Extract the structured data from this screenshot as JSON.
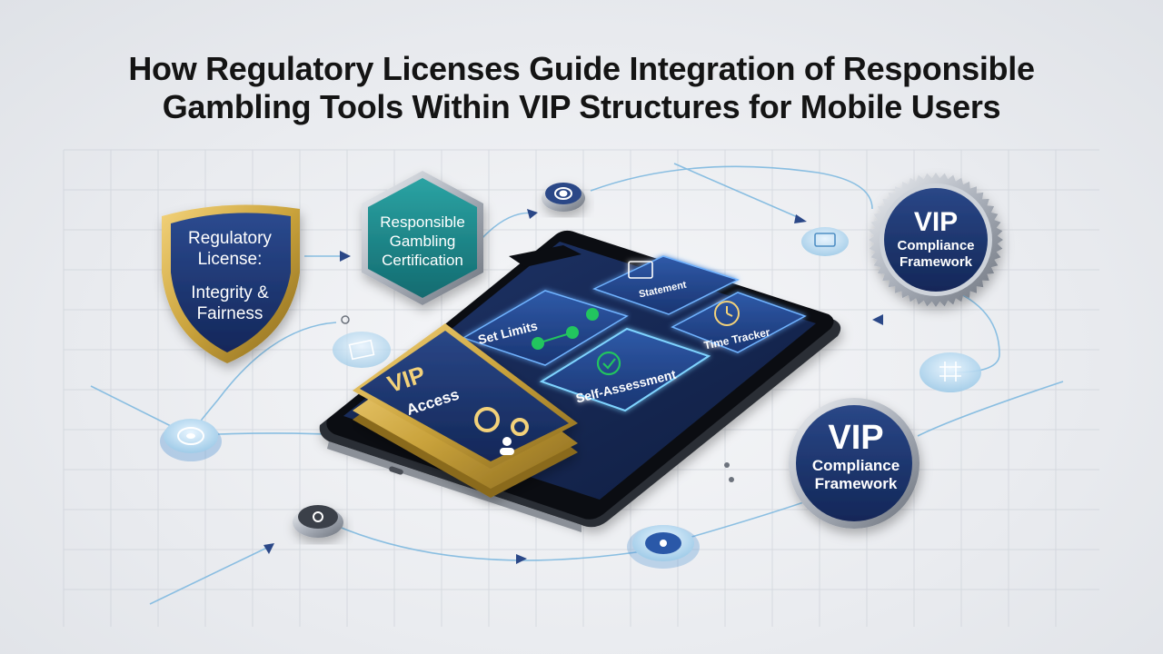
{
  "title": {
    "line1": "How Regulatory Licenses Guide Integration of Responsible",
    "line2": "Gambling Tools Within VIP Structures for Mobile Users"
  },
  "shield": {
    "line1": "Regulatory",
    "line2": "License:",
    "line3": "Integrity &",
    "line4": "Fairness"
  },
  "certification": {
    "line1": "Responsible",
    "line2": "Gambling",
    "line3": "Certification"
  },
  "seal_top": {
    "line1": "VIP",
    "line2": "Compliance",
    "line3": "Framework"
  },
  "badge_bottom": {
    "line1": "VIP",
    "line2": "Compliance",
    "line3": "Framework"
  },
  "phone": {
    "vip_line1": "VIP",
    "vip_line2": "Access",
    "tile_set_limits": "Set Limits",
    "tile_statement": "Statement",
    "tile_time_tracker": "Time Tracker",
    "tile_self_assessment": "Self-Assessment"
  },
  "colors": {
    "navy": "#1c2f63",
    "teal": "#1f8f8f",
    "gold": "#c9a23b",
    "cyan_glow": "#4fc3f7"
  },
  "icons": [
    "shield-icon",
    "hexagon-badge",
    "seal-badge",
    "gears-icon",
    "user-icon",
    "check-icon",
    "clock-icon",
    "document-icon",
    "target-icon",
    "grid-icon",
    "gear-icon"
  ]
}
